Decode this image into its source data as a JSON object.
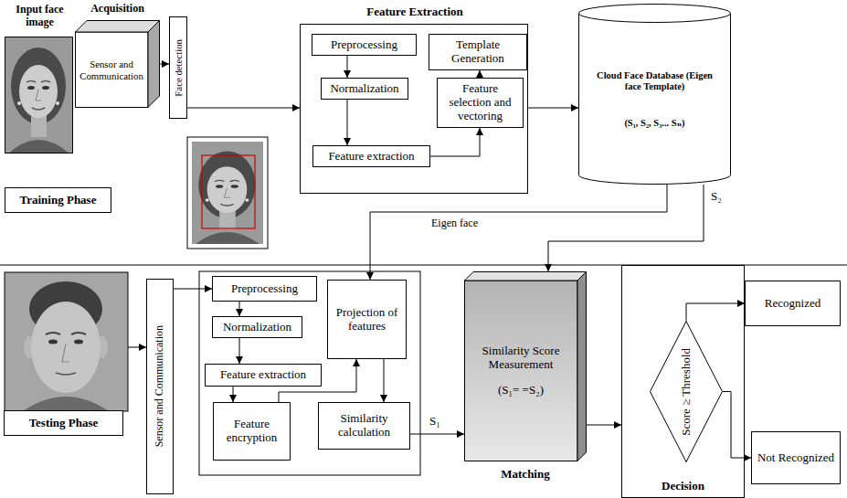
{
  "diagram": {
    "nodes": [
      {
        "text": [
          "Input face image"
        ]
      },
      {
        "text": [
          "Acquisition",
          "Sensor and Communication"
        ]
      },
      {
        "text": [
          "Face detection"
        ]
      },
      {
        "text": [
          "Training Phase"
        ]
      },
      {
        "text": [
          "Feature Extraction"
        ]
      },
      {
        "text": [
          "Preprocessing"
        ],
        "in": 4
      },
      {
        "text": [
          "Normalization"
        ],
        "in": 4
      },
      {
        "text": [
          "Feature extraction"
        ],
        "in": 4
      },
      {
        "text": [
          "Feature selection and vectoring"
        ],
        "in": 4
      },
      {
        "text": [
          "Template Generation"
        ],
        "in": 4
      },
      {
        "text": [
          "Cloud Face Database (Eigen face Template)",
          "(S₁, S₂, S₃... Sₙ)"
        ]
      },
      {
        "text": [
          "Testing Phase"
        ]
      },
      {
        "text": [
          "Sensor and Communication"
        ]
      },
      {
        "text": [
          "Preprocessing"
        ]
      },
      {
        "text": [
          "Normalization"
        ]
      },
      {
        "text": [
          "Feature extraction"
        ]
      },
      {
        "text": [
          "Feature encryption"
        ]
      },
      {
        "text": [
          "Projection of features"
        ]
      },
      {
        "text": [
          "Similarity calculation"
        ]
      },
      {
        "text": [
          "Similarity Score Measurement",
          "(S₁= =S₂)"
        ]
      },
      {
        "text": [
          "Decision"
        ]
      },
      {
        "text": [
          "Score ≥ Threshold"
        ],
        "in": 20
      },
      {
        "text": [
          "Recognized"
        ]
      },
      {
        "text": [
          "Not Recognized"
        ]
      }
    ],
    "edges": [
      {
        "from": 1,
        "to": 2,
        "arrow": "to"
      },
      {
        "from": 2,
        "to": 4,
        "arrow": "to"
      },
      {
        "from": 5,
        "to": 6,
        "arrow": "to"
      },
      {
        "from": 6,
        "to": 7,
        "arrow": "to"
      },
      {
        "from": 7,
        "to": 8,
        "arrow": "to"
      },
      {
        "from": 8,
        "to": 9,
        "arrow": "to"
      },
      {
        "from": 4,
        "to": 10,
        "arrow": "to"
      },
      {
        "from": 10,
        "to": 17,
        "label": "Eigen face",
        "arrow": "to"
      },
      {
        "from": 10,
        "to": 19,
        "label": "S₂",
        "arrow": "to"
      },
      {
        "from": 12,
        "to": 13,
        "arrow": "to"
      },
      {
        "from": 13,
        "to": 14,
        "arrow": "to"
      },
      {
        "from": 14,
        "to": 15,
        "arrow": "to"
      },
      {
        "from": 15,
        "to": 16,
        "arrow": "to"
      },
      {
        "from": 16,
        "to": 17,
        "arrow": "to"
      },
      {
        "from": 17,
        "to": 18,
        "arrow": "to"
      },
      {
        "from": 18,
        "to": 19,
        "label": "S₁",
        "arrow": "to"
      },
      {
        "from": 19,
        "to": 20,
        "arrow": "to"
      },
      {
        "from": 21,
        "to": 22,
        "arrow": "to"
      },
      {
        "from": 21,
        "to": 23,
        "arrow": "to"
      }
    ],
    "labels": [
      "Matching"
    ]
  }
}
